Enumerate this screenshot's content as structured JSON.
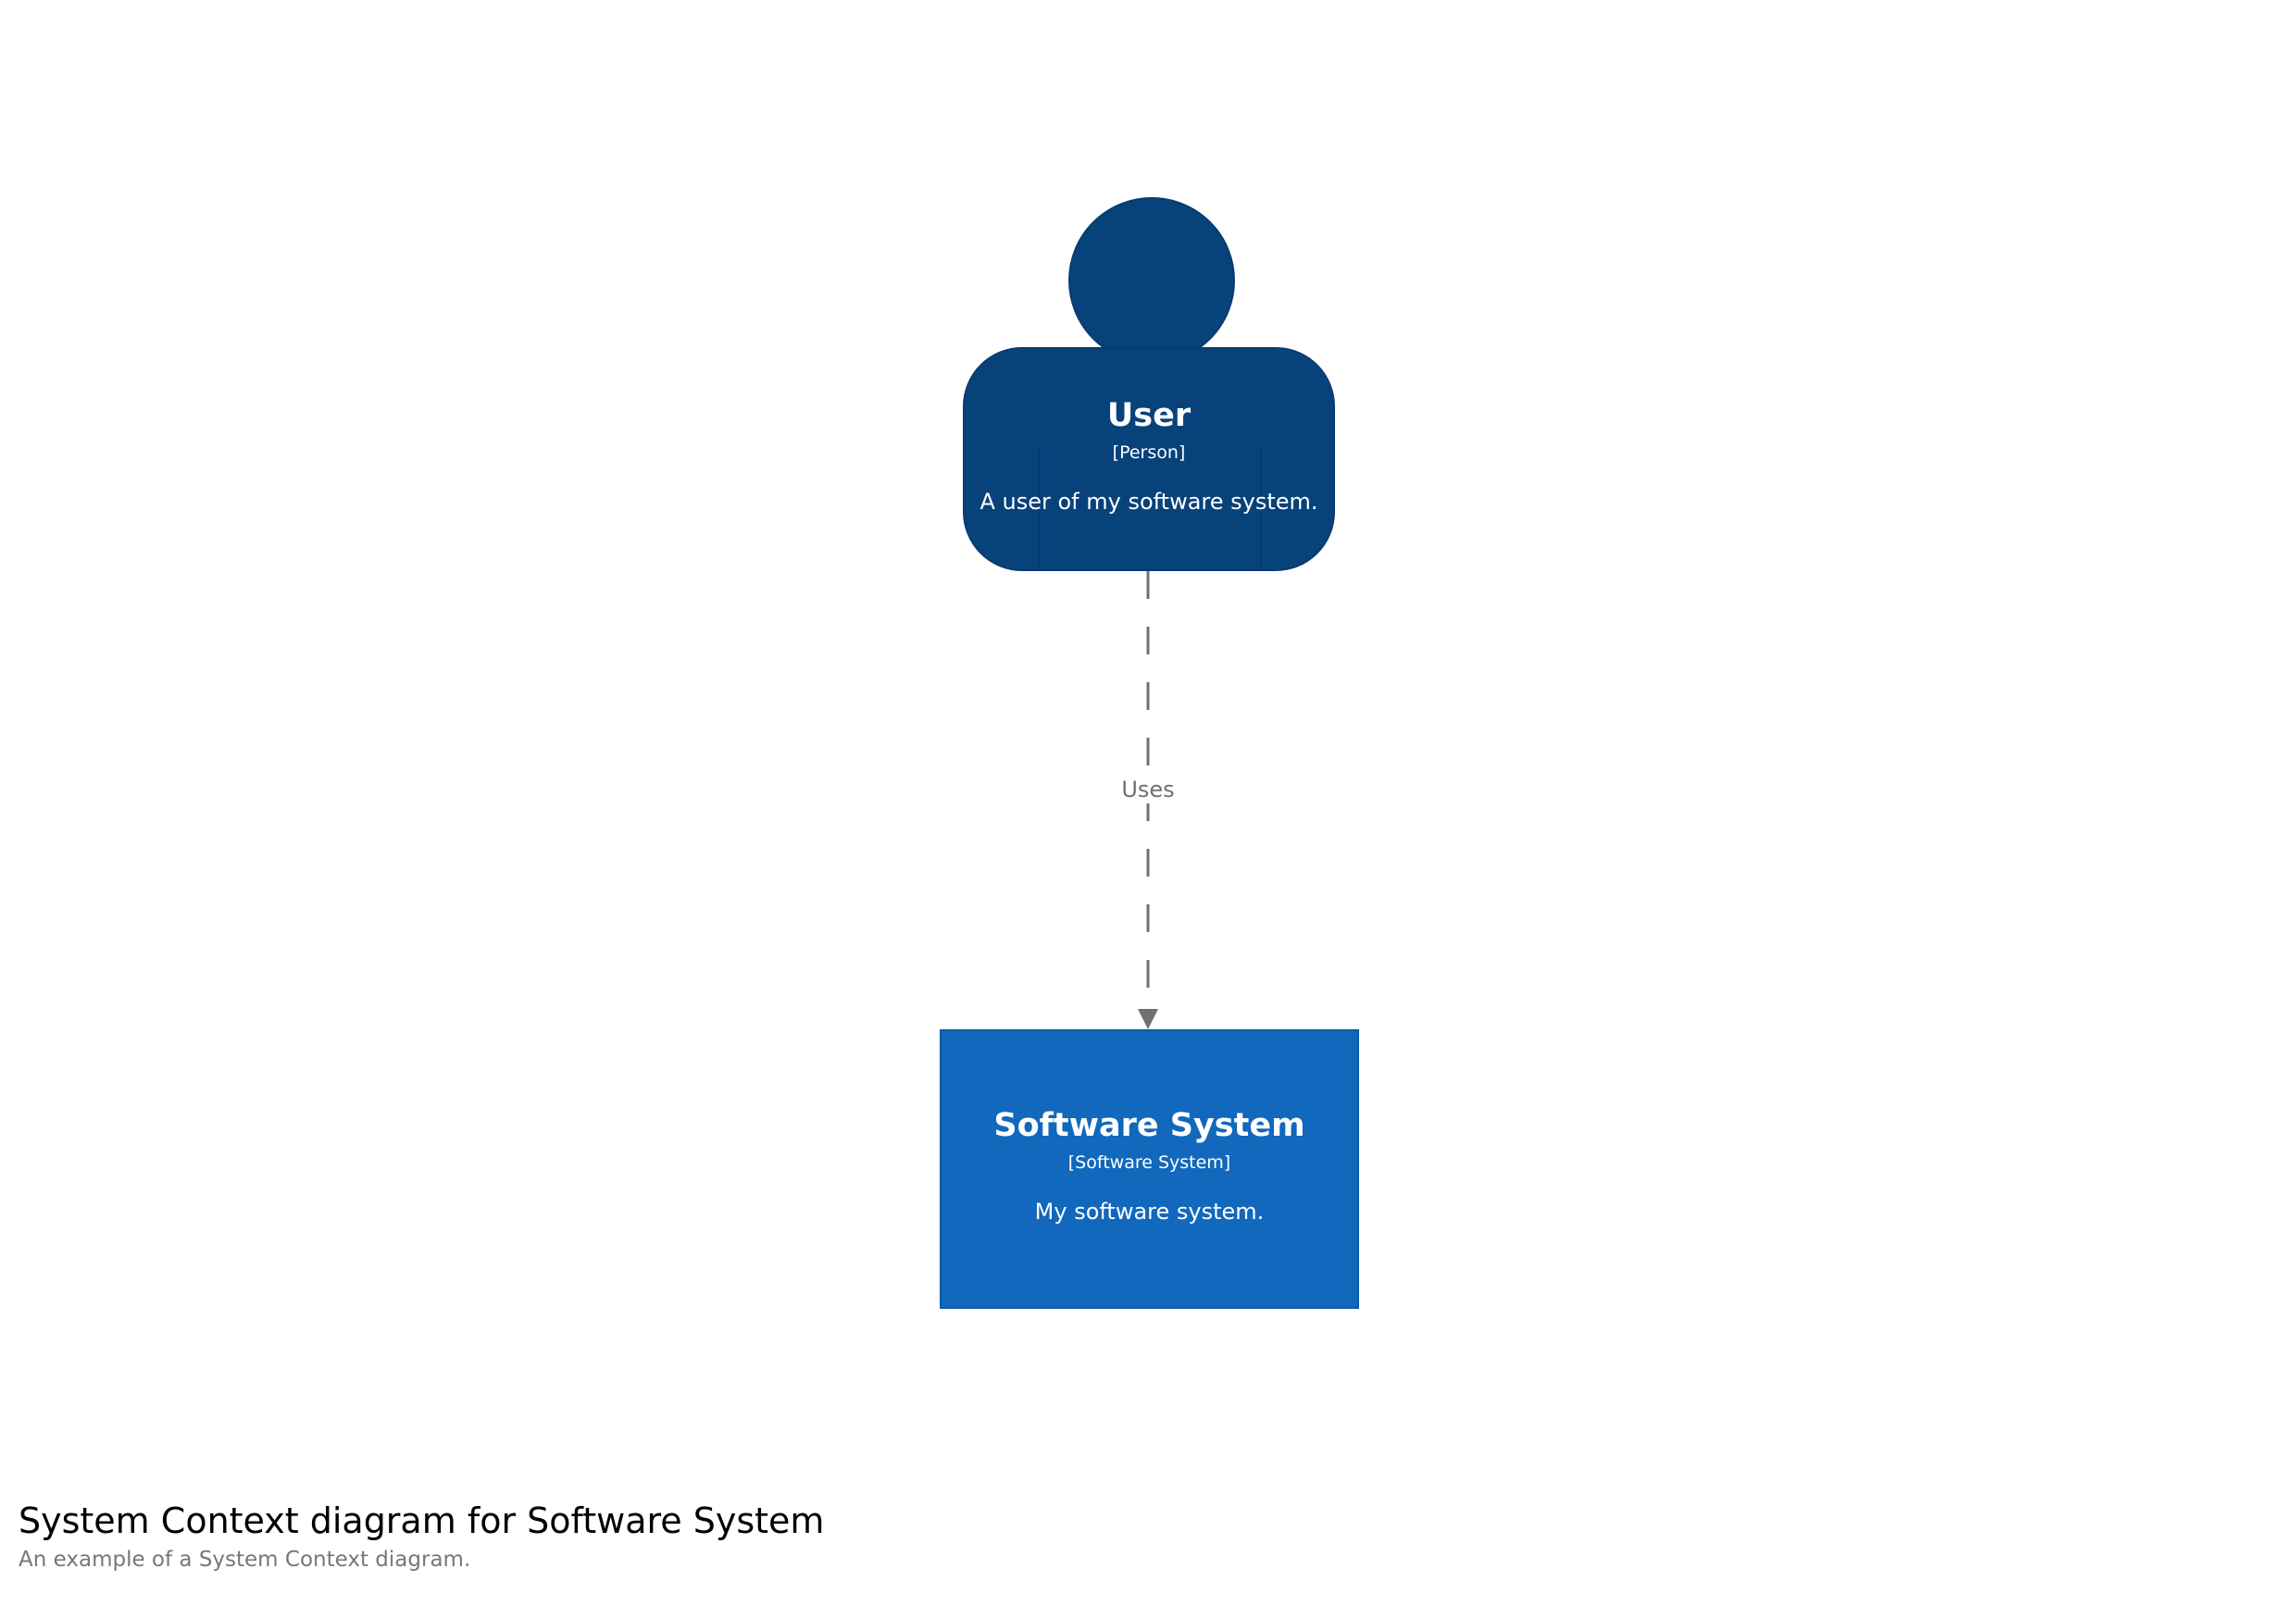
{
  "diagram": {
    "title": "System Context diagram for Software System",
    "description": "An example of a System Context diagram."
  },
  "elements": {
    "user": {
      "name": "User",
      "type": "[Person]",
      "description": "A user of my software system.",
      "color": "#08427b"
    },
    "software_system": {
      "name": "Software System",
      "type": "[Software System]",
      "description": "My software system.",
      "color": "#1168bd"
    }
  },
  "relationships": [
    {
      "source": "User",
      "destination": "Software System",
      "label": "Uses",
      "style": "dashed",
      "color": "#707070"
    }
  ]
}
